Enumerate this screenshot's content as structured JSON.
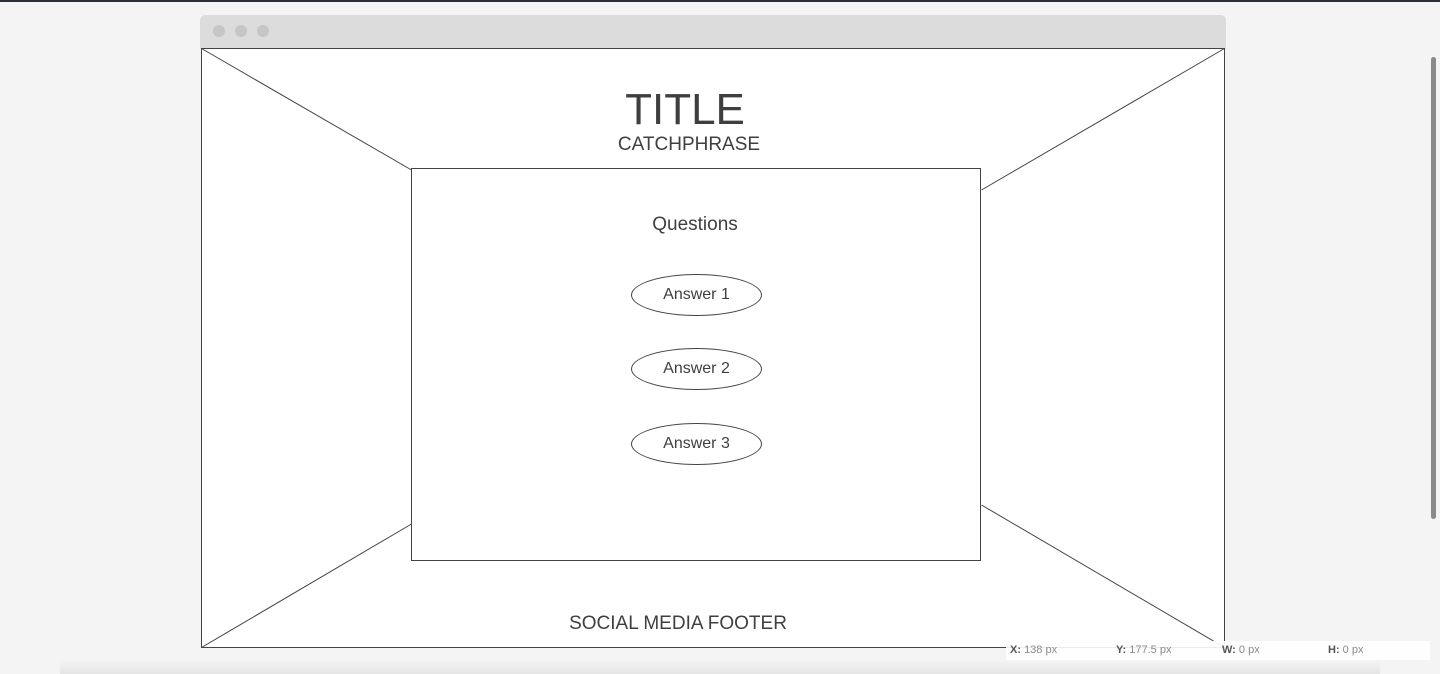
{
  "wireframe": {
    "title": "TITLE",
    "catchphrase": "CATCHPHRASE",
    "questions_label": "Questions",
    "answers": [
      "Answer 1",
      "Answer 2",
      "Answer 3"
    ],
    "footer": "SOCIAL MEDIA FOOTER"
  },
  "status_bar": {
    "x_label": "X:",
    "x_value": "138 px",
    "y_label": "Y:",
    "y_value": "177.5 px",
    "w_label": "W:",
    "w_value": "0 px",
    "h_label": "H:",
    "h_value": "0 px"
  },
  "colors": {
    "stroke": "#444444",
    "chrome": "#dcdcdc",
    "background": "#f4f4f5"
  }
}
